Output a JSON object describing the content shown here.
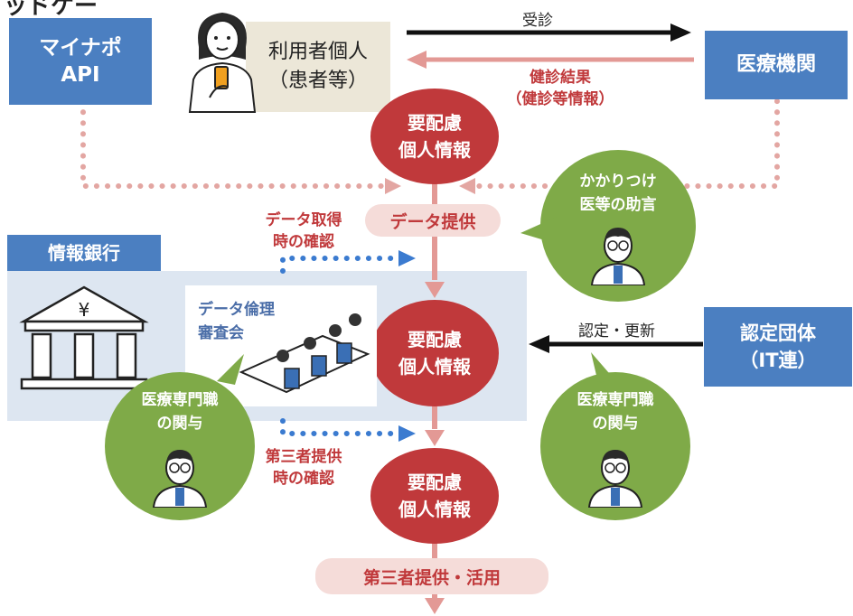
{
  "header": {
    "partial_title": "ッドケー"
  },
  "nodes": {
    "mynaportal": "マイナポ\nAPI",
    "user": "利用者個人\n（患者等）",
    "medical": "医療機関",
    "info_bank": "情報銀行",
    "ethics": "データ倫理\n審査会",
    "certifier": "認定団体\n（IT連）"
  },
  "circles": {
    "sensitive_1": "要配慮\n個人情報",
    "sensitive_2": "要配慮\n個人情報",
    "sensitive_3": "要配慮\n個人情報"
  },
  "advisors": {
    "family_doctor": "かかりつけ\n医等の助言",
    "medical_prof_left": "医療専門職\nの関与",
    "medical_prof_right": "医療専門職\nの関与"
  },
  "flows": {
    "consult": "受診",
    "result": "健診結果\n（健診等情報）",
    "data_provision": "データ提供",
    "acquire_check": "データ取得\n時の確認",
    "third_party_check": "第三者提供\n時の確認",
    "certify": "認定・更新",
    "third_party_use": "第三者提供・活用"
  },
  "colors": {
    "blue": "#4b7fc1",
    "red": "#c0393b",
    "pink": "#f5dcd9",
    "green": "#7faa48",
    "panel": "#dde6f1",
    "dotted_pink": "#e3a6a2",
    "dotted_blue": "#3b7bd0"
  }
}
